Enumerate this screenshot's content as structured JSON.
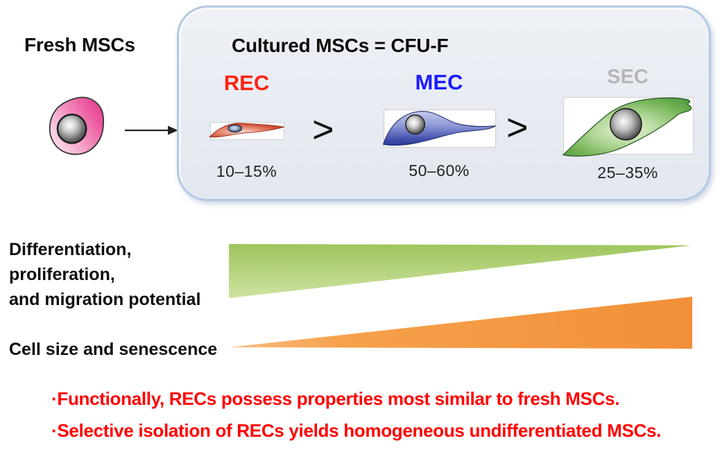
{
  "title_left": "Fresh MSCs",
  "panel": {
    "title": "Cultured MSCs = CFU-F",
    "separator": ">",
    "columns": [
      {
        "label": "REC",
        "label_color": "#ff2212",
        "percent": "10–15%"
      },
      {
        "label": "MEC",
        "label_color": "#1c1cff",
        "percent": "50–60%"
      },
      {
        "label": "SEC",
        "label_color": "#b6b6b6",
        "percent": "25–35%"
      }
    ]
  },
  "axes": {
    "potential_line1": "Differentiation,",
    "potential_line2": "proliferation,",
    "potential_line3": "and migration potential",
    "size_label": "Cell size and senescence",
    "green_wedge_color": "#aacf6b",
    "orange_wedge_color": "#f59a3f"
  },
  "bullets": {
    "item1": "·Functionally, RECs possess properties most similar to fresh MSCs.",
    "item2": "·Selective isolation of RECs yields homogeneous undifferentiated MSCs.",
    "text_color": "#ff0000"
  }
}
